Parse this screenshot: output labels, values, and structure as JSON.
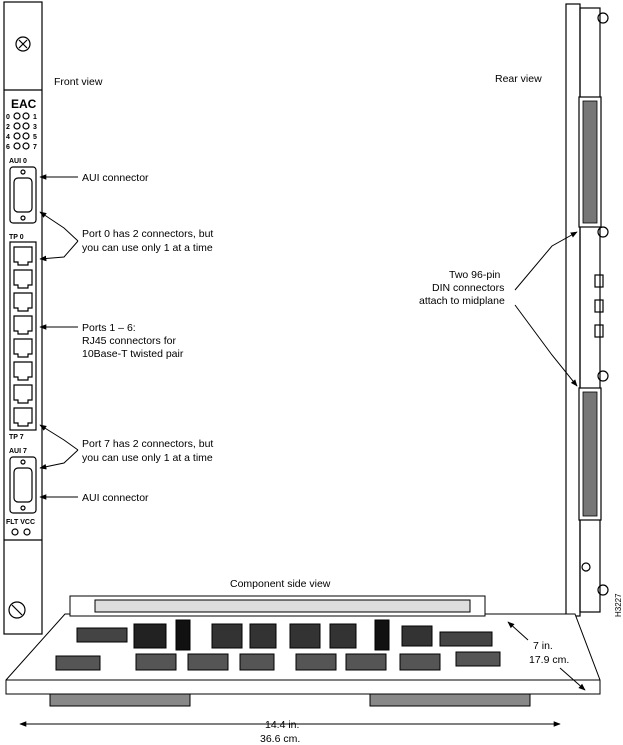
{
  "front_view": {
    "title": "Front view",
    "card_name": "EAC",
    "led_left_numbers": [
      "0",
      "2",
      "4",
      "6"
    ],
    "led_right_numbers": [
      "1",
      "3",
      "5",
      "7"
    ],
    "aui0_label": "AUI 0",
    "tp0_label": "TP 0",
    "tp7_label": "TP 7",
    "aui7_label": "AUI 7",
    "flt_vcc_label": "FLT VCC"
  },
  "callouts": {
    "aui_top": "AUI connector",
    "port0_line1": "Port 0 has 2 connectors, but",
    "port0_line2": "you can use only 1 at a time",
    "ports_line1": "Ports 1 – 6:",
    "ports_line2": "RJ45 connectors for",
    "ports_line3": "10Base-T twisted pair",
    "port7_line1": "Port 7 has 2 connectors, but",
    "port7_line2": "you can use only 1 at a time",
    "aui_bottom": "AUI connector"
  },
  "rear_view": {
    "title": "Rear view",
    "din_line1": "Two 96-pin",
    "din_line2": "DIN connectors",
    "din_line3": "attach to midplane"
  },
  "component_view": {
    "title": "Component side view",
    "depth_in": "7 in.",
    "depth_cm": "17.9 cm.",
    "length_in": "14.4 in.",
    "length_cm": "36.6 cm."
  },
  "figure_id": "H3227"
}
